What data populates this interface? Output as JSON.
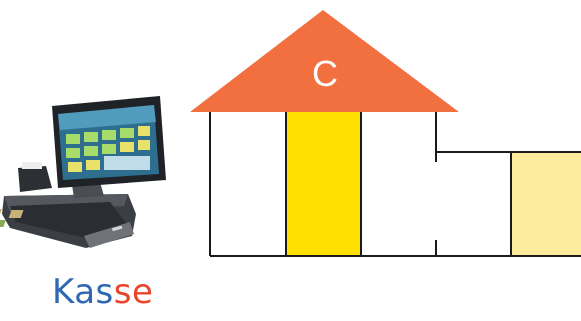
{
  "roof_label": "C",
  "caption": {
    "part_1": "Kas",
    "part_2": "se"
  },
  "colors": {
    "roof": "#f26f40",
    "primary_fill": "#ffe000",
    "secondary_fill": "#fdeb9c",
    "outline": "#1a1a1a",
    "caption_part_1": "#2e68b1",
    "caption_part_2": "#e8452c"
  }
}
